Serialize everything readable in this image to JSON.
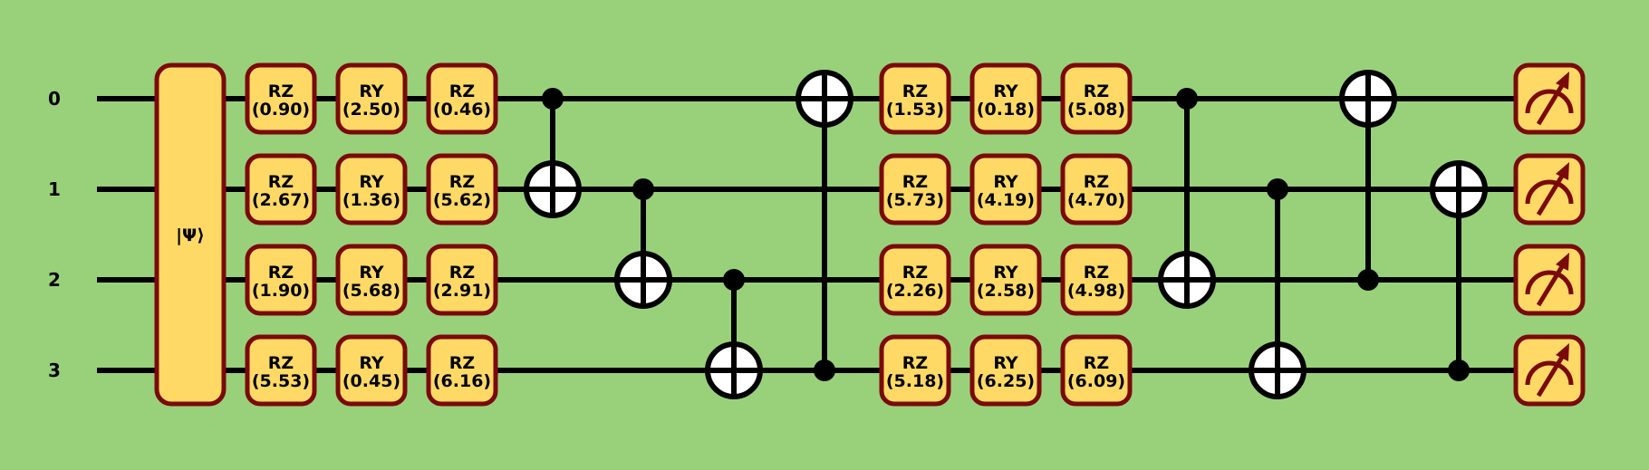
{
  "qubits": [
    "0",
    "1",
    "2",
    "3"
  ],
  "state_prep": {
    "label": "|Ψ⟩"
  },
  "rotation_layers": [
    [
      {
        "name": "RZ",
        "params": [
          "(0.90)",
          "(2.67)",
          "(1.90)",
          "(5.53)"
        ]
      },
      {
        "name": "RY",
        "params": [
          "(2.50)",
          "(1.36)",
          "(5.68)",
          "(0.45)"
        ]
      },
      {
        "name": "RZ",
        "params": [
          "(0.46)",
          "(5.62)",
          "(2.91)",
          "(6.16)"
        ]
      }
    ],
    [
      {
        "name": "RZ",
        "params": [
          "(1.53)",
          "(5.73)",
          "(2.26)",
          "(5.18)"
        ]
      },
      {
        "name": "RY",
        "params": [
          "(0.18)",
          "(4.19)",
          "(2.58)",
          "(6.25)"
        ]
      },
      {
        "name": "RZ",
        "params": [
          "(5.08)",
          "(4.70)",
          "(4.98)",
          "(6.09)"
        ]
      }
    ]
  ],
  "entangler_blocks": [
    [
      {
        "control": 0,
        "target": 1
      },
      {
        "control": 1,
        "target": 2
      },
      {
        "control": 2,
        "target": 3
      },
      {
        "control": 3,
        "target": 0
      }
    ],
    [
      {
        "control": 0,
        "target": 2
      },
      {
        "control": 1,
        "target": 3
      },
      {
        "control": 2,
        "target": 0
      },
      {
        "control": 3,
        "target": 1
      }
    ]
  ],
  "measurements": [
    0,
    1,
    2,
    3
  ],
  "colors": {
    "background": "#99d17b",
    "gate_fill": "#ffd966",
    "gate_border": "#7a0a0a",
    "wire": "#000000",
    "target_fill": "#ffffff"
  }
}
